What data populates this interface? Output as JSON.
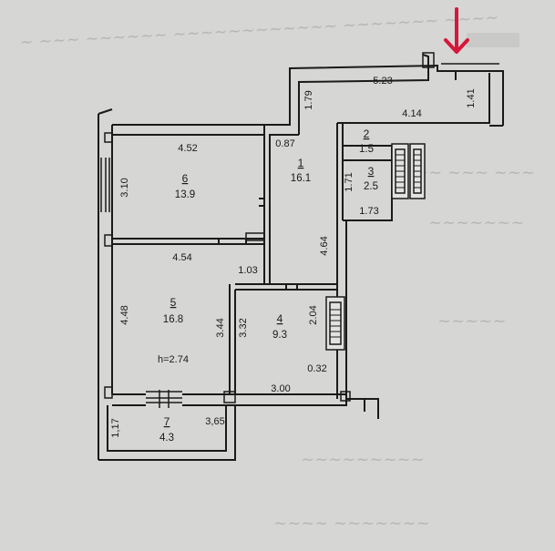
{
  "rooms": [
    {
      "number": "1",
      "area": "16.1"
    },
    {
      "number": "2",
      "area": "1.5"
    },
    {
      "number": "3",
      "area": "2.5"
    },
    {
      "number": "4",
      "area": "9.3"
    },
    {
      "number": "5",
      "area": "16.8"
    },
    {
      "number": "6",
      "area": "13.9"
    },
    {
      "number": "7",
      "area": "4.3"
    }
  ],
  "dimensions": {
    "corridor_top": "5.23",
    "corridor_right": "1.41",
    "corridor_left": "1.79",
    "corridor_bottom": "4.14",
    "room6_top": "4.52",
    "room6_left": "3.10",
    "room5_top": "4.54",
    "room5_left": "4.48",
    "room5_right": "3.44",
    "room4_left": "3.32",
    "room4_right": "2.04",
    "room4_bottom": "3.00",
    "hall_right": "4.64",
    "bath_left": "1.71",
    "bath_bottom": "1.73",
    "wall_087": "0.87",
    "wall_103": "1.03",
    "wall_032": "0.32",
    "balcony_left": "1,17",
    "balcony_bottom": "3,65"
  },
  "ceiling_height": "h=2.74",
  "colors": {
    "paper": "#d6d6d4",
    "ink": "#1a1a1a",
    "marker": "#d6173a",
    "ghost_print": "#8d8d8b"
  },
  "icons": {
    "marker": "red-down-arrow-icon",
    "vents": "ventilation-shaft-icon"
  }
}
